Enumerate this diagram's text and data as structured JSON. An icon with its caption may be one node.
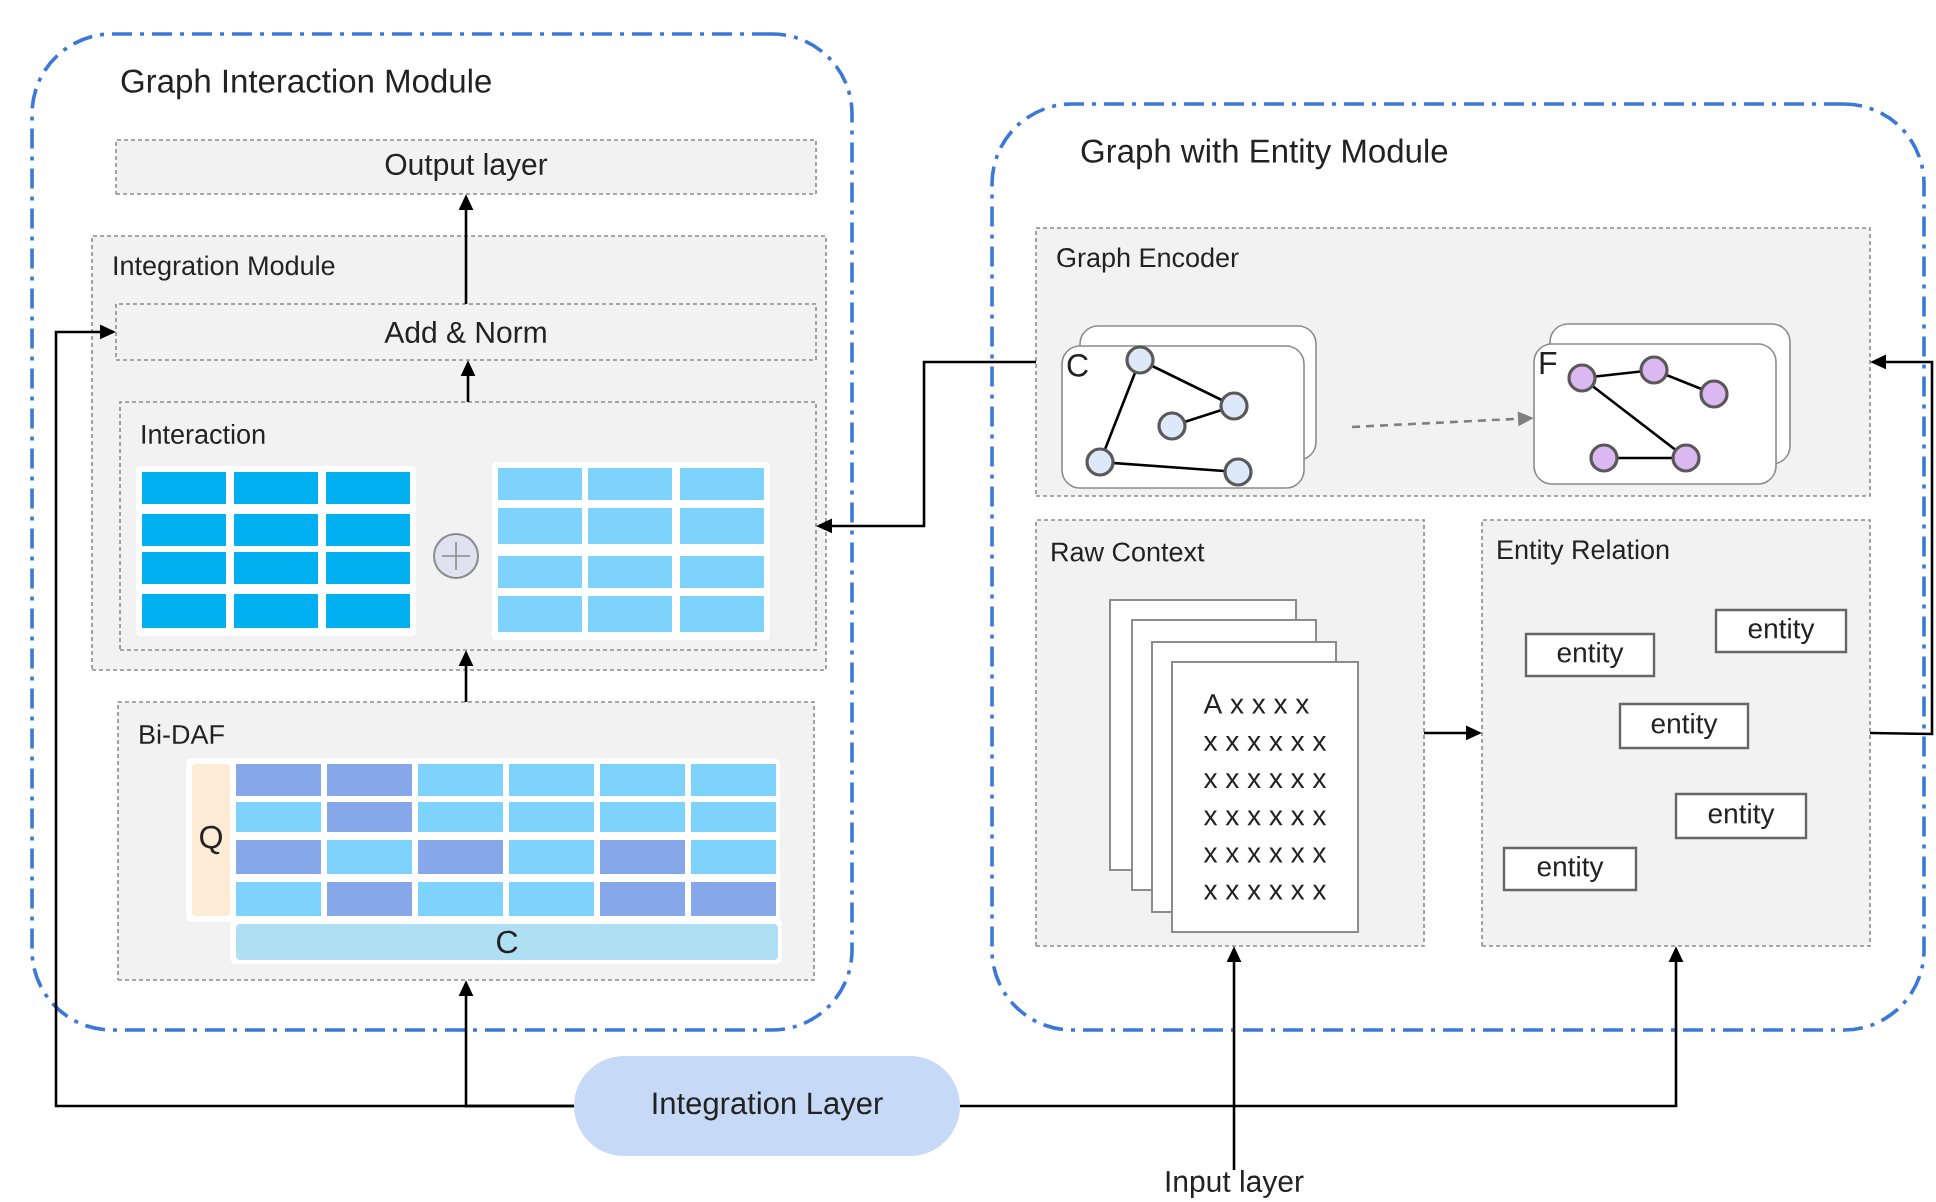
{
  "diagram": {
    "nodes": [
      {
        "text": [
          "Graph Interaction Module"
        ]
      },
      {
        "text": [
          "Output layer"
        ],
        "in": 0
      },
      {
        "text": [
          "Integration Module"
        ],
        "in": 0
      },
      {
        "text": [
          "Add & Norm"
        ],
        "in": 2
      },
      {
        "text": [
          "Interaction"
        ],
        "in": 2
      },
      {
        "text": [
          "Bi-DAF"
        ],
        "in": 0
      },
      {
        "text": [
          "Q"
        ],
        "in": 5
      },
      {
        "text": [
          "C"
        ],
        "in": 5
      },
      {
        "text": [
          "Graph with Entity Module"
        ]
      },
      {
        "text": [
          "Graph Encoder"
        ],
        "in": 8
      },
      {
        "text": [
          "C"
        ],
        "in": 9
      },
      {
        "text": [
          "F"
        ],
        "in": 9
      },
      {
        "text": [
          "Raw Context"
        ],
        "in": 8
      },
      {
        "text": [
          "A x x x x",
          "x x x x x x",
          "x x x x x x",
          "x x x x x x",
          "x x x x x x",
          "x x x x x x"
        ],
        "in": 12
      },
      {
        "text": [
          "Entity Relation"
        ],
        "in": 8
      },
      {
        "text": [
          "entity"
        ],
        "in": 14
      },
      {
        "text": [
          "entity"
        ],
        "in": 14
      },
      {
        "text": [
          "entity"
        ],
        "in": 14
      },
      {
        "text": [
          "entity"
        ],
        "in": 14
      },
      {
        "text": [
          "entity"
        ],
        "in": 14
      },
      {
        "text": [
          "Integration Layer"
        ]
      },
      {
        "text": [
          "Input layer"
        ]
      }
    ],
    "edges": [
      {
        "from": 3,
        "to": 1,
        "arrow": "to"
      },
      {
        "from": 4,
        "to": 3,
        "arrow": "to"
      },
      {
        "from": 5,
        "to": 4,
        "arrow": "to"
      },
      {
        "from": 20,
        "to": 5,
        "arrow": "to"
      },
      {
        "from": 20,
        "to": 3,
        "arrow": "to"
      },
      {
        "from": 20,
        "to": 14,
        "arrow": "to"
      },
      {
        "from": 21,
        "to": 12,
        "arrow": "to"
      },
      {
        "from": 12,
        "to": 14,
        "arrow": "to"
      },
      {
        "from": 14,
        "to": 9,
        "arrow": "to"
      },
      {
        "from": 9,
        "to": 4,
        "arrow": "to"
      },
      {
        "from": 10,
        "to": 11,
        "arrow": "to",
        "style": "dashed",
        "color": "#808080"
      }
    ]
  }
}
